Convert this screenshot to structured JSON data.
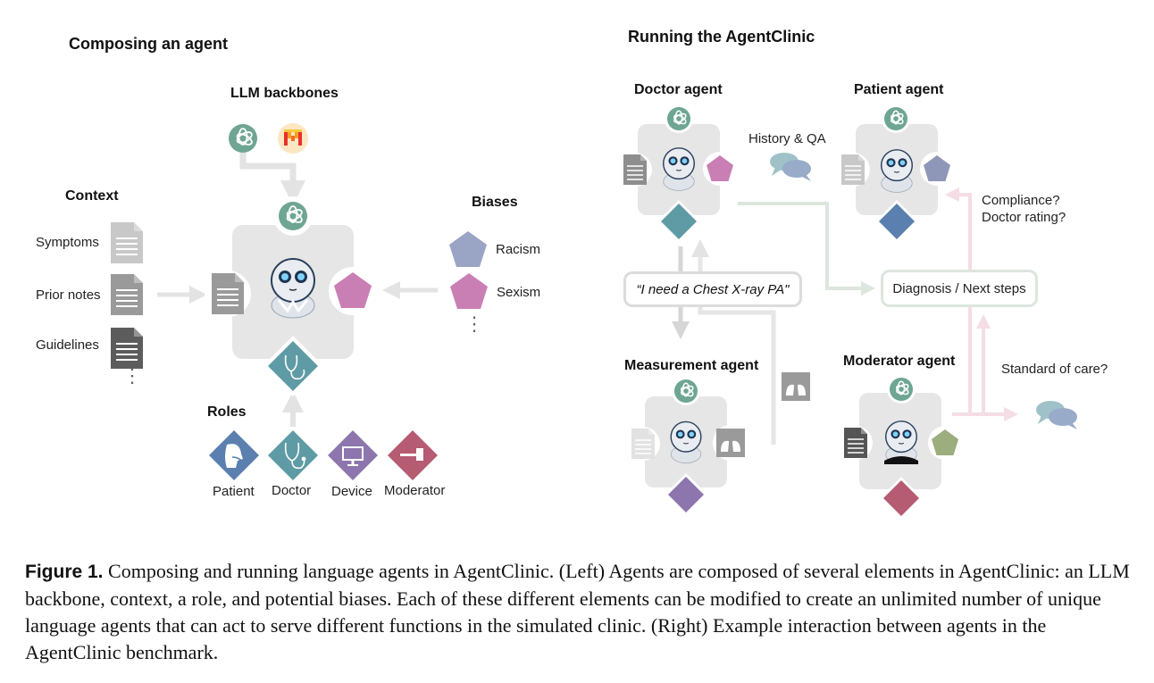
{
  "left_panel": {
    "title": "Composing an agent",
    "llm_section": {
      "title": "LLM backbones",
      "items": [
        "openai-icon",
        "mistral-icon"
      ]
    },
    "context_section": {
      "title": "Context",
      "items": [
        {
          "label": "Symptoms",
          "color": "#c8c8c8"
        },
        {
          "label": "Prior notes",
          "color": "#9a9a9a"
        },
        {
          "label": "Guidelines",
          "color": "#5c5c5c"
        }
      ],
      "more": "⋮"
    },
    "biases_section": {
      "title": "Biases",
      "items": [
        {
          "label": "Racism",
          "color": "#9aa4c4"
        },
        {
          "label": "Sexism",
          "color": "#c97fb4"
        }
      ],
      "more": "⋮"
    },
    "roles_section": {
      "title": "Roles",
      "items": [
        {
          "label": "Patient",
          "color": "#5b7fae"
        },
        {
          "label": "Doctor",
          "color": "#5f9ba5"
        },
        {
          "label": "Device",
          "color": "#8d76ad"
        },
        {
          "label": "Moderator",
          "color": "#b55b72"
        }
      ]
    }
  },
  "right_panel": {
    "title": "Running the AgentClinic",
    "agents": {
      "doctor": {
        "title": "Doctor agent"
      },
      "patient": {
        "title": "Patient agent"
      },
      "measurement": {
        "title": "Measurement agent"
      },
      "moderator": {
        "title": "Moderator agent"
      }
    },
    "history_label": "History & QA",
    "request_quote": "“I need a Chest X-ray PA\"",
    "diagnosis_label": "Diagnosis / Next steps",
    "compliance_label_1": "Compliance?",
    "compliance_label_2": "Doctor rating?",
    "standard_label": "Standard of care?"
  },
  "colors": {
    "openai_green": "#6ea593",
    "agent_box": "#e6e6e6",
    "arrow_gray": "#e3e3e3",
    "arrow_green": "#dce6dd",
    "arrow_pink": "#f4dde4",
    "bias_green": "#9cad7e"
  },
  "caption": {
    "label": "Figure 1.",
    "text": " Composing and running language agents in AgentClinic. (Left) Agents are composed of several elements in AgentClinic: an LLM backbone, context, a role, and potential biases. Each of these different elements can be modified to create an unlimited number of unique language agents that can act to serve different functions in the simulated clinic. (Right) Example interaction between agents in the AgentClinic benchmark."
  }
}
